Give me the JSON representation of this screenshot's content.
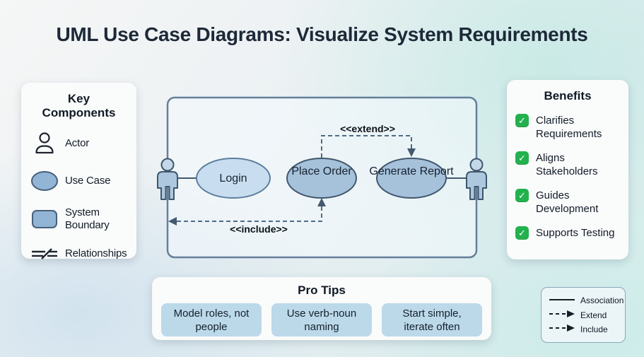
{
  "title": "UML Use Case Diagrams: Visualize System Requirements",
  "colors": {
    "background_tint": "#ddecee",
    "panel_bg": "#fafbfb",
    "boundary_stroke": "#647f9b",
    "use_case_fill_light": "#c8def0",
    "use_case_fill": "#a6c2db",
    "shape_stroke": "#42586e",
    "actor_fill": "#adc8de",
    "dashed_line": "#4f6b86",
    "check_green": "#23b14d",
    "chip_bg": "#bcd9ea",
    "title_color": "#1d2938"
  },
  "key_components": {
    "title": "Key Components",
    "items": [
      {
        "icon": "actor-icon",
        "label": "Actor"
      },
      {
        "icon": "use-case-icon",
        "label": "Use Case"
      },
      {
        "icon": "system-boundary-icon",
        "label": "System Boundary"
      },
      {
        "icon": "relationships-icon",
        "label": "Relationships"
      }
    ]
  },
  "diagram": {
    "use_cases": [
      {
        "label": "Login"
      },
      {
        "label": "Place Order"
      },
      {
        "label": "Generate Report"
      }
    ],
    "annotations": {
      "extend": "<<extend>>",
      "include": "<<include>>"
    }
  },
  "benefits": {
    "title": "Benefits",
    "items": [
      {
        "label": "Clarifies Requirements"
      },
      {
        "label": "Aligns Stakeholders"
      },
      {
        "label": "Guides Development"
      },
      {
        "label": "Supports Testing"
      }
    ]
  },
  "pro_tips": {
    "title": "Pro Tips",
    "tips": [
      {
        "label": "Model roles, not people"
      },
      {
        "label": "Use verb-noun naming"
      },
      {
        "label": "Start simple, iterate often"
      }
    ]
  },
  "legend": {
    "items": [
      {
        "symbol": "solid-line",
        "label": "Association"
      },
      {
        "symbol": "dashed-arrow",
        "label": "Extend"
      },
      {
        "symbol": "dashed-arrow",
        "label": "Include"
      }
    ]
  }
}
